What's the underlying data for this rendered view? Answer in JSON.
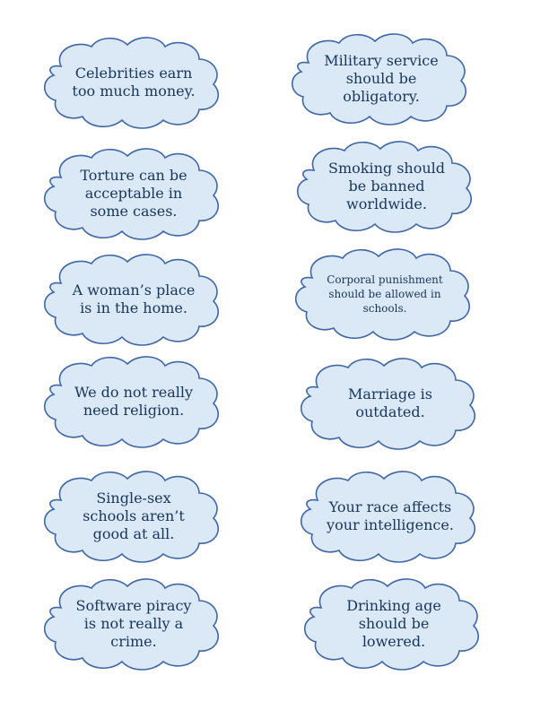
{
  "colors": {
    "cloud_fill": "#dbe8f5",
    "cloud_stroke": "#3f67a8",
    "text": "#17365d"
  },
  "cards": [
    {
      "text": "Celebrities earn too much money."
    },
    {
      "text": "Military service should be obligatory."
    },
    {
      "text": "Torture can be acceptable in some cases."
    },
    {
      "text": "Smoking should be banned worldwide."
    },
    {
      "text": "A woman’s place is in the home."
    },
    {
      "text": "Corporal punishment should be allowed in schools."
    },
    {
      "text": "We do not really need religion."
    },
    {
      "text": "Marriage is outdated."
    },
    {
      "text": "Single-sex schools aren’t good at all."
    },
    {
      "text": "Your race affects your intelligence."
    },
    {
      "text": "Software piracy is not really a crime."
    },
    {
      "text": "Drinking age should be lowered."
    }
  ]
}
